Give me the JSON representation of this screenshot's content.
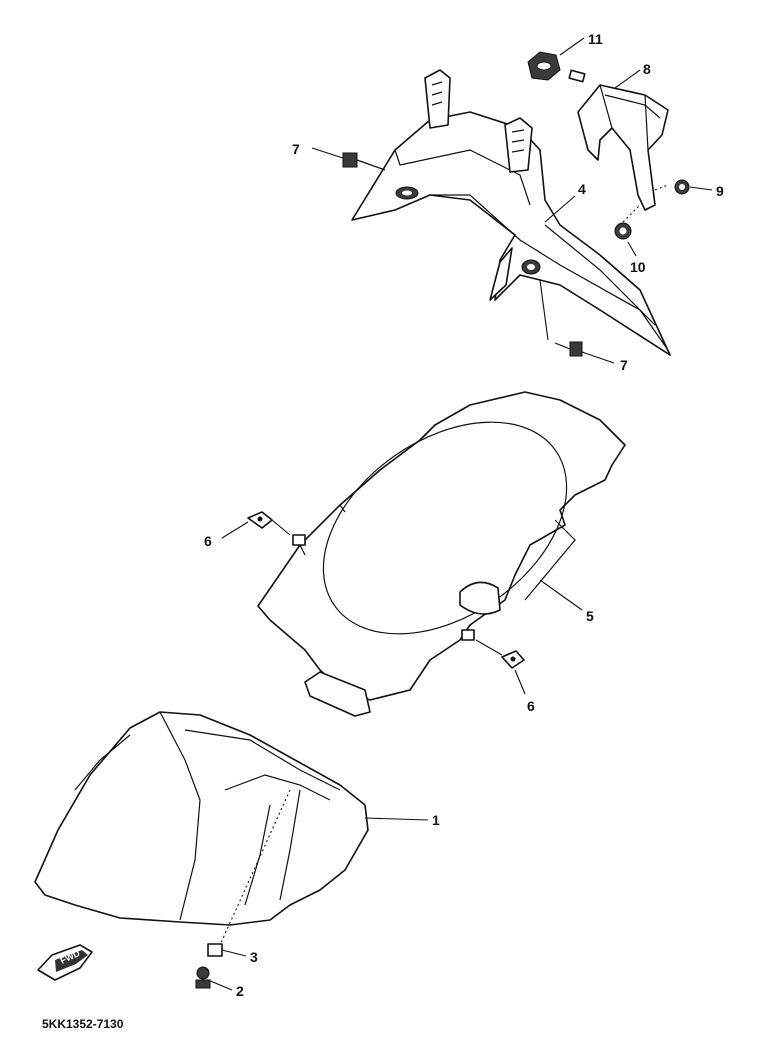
{
  "callouts": {
    "c1": "1",
    "c2": "2",
    "c3": "3",
    "c4": "4",
    "c5": "5",
    "c6a": "6",
    "c6b": "6",
    "c7a": "7",
    "c7b": "7",
    "c8": "8",
    "c9": "9",
    "c10": "10",
    "c11": "11"
  },
  "front_indicator": "FWD",
  "diagram_code": "5KK1352-7130",
  "colors": {
    "ink": "#111111",
    "paper": "#ffffff"
  }
}
